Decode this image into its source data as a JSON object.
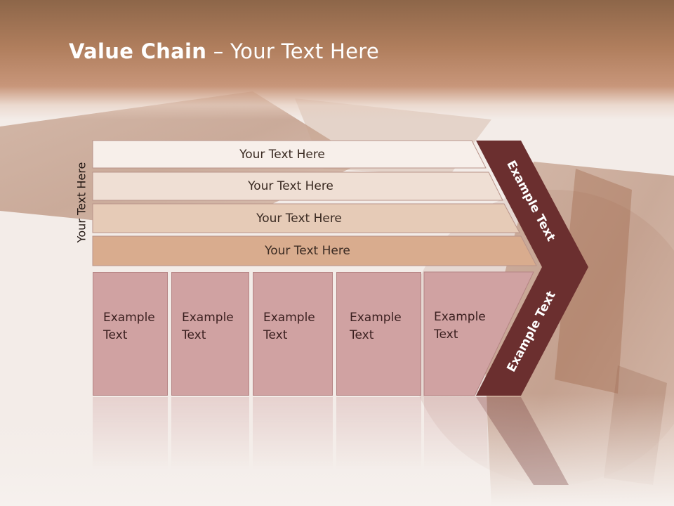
{
  "title": {
    "bold": "Value Chain",
    "rest": " – Your Text Here"
  },
  "side_label": "Your Text Here",
  "rows": [
    {
      "label": "Your Text Here",
      "fill": "#f7efea"
    },
    {
      "label": "Your Text Here",
      "fill": "#efdfd4"
    },
    {
      "label": "Your Text Here",
      "fill": "#e6cbb7"
    },
    {
      "label": "Your Text Here",
      "fill": "#d9ac8e"
    }
  ],
  "columns": [
    {
      "line1": "Example",
      "line2": "Text"
    },
    {
      "line1": "Example",
      "line2": "Text"
    },
    {
      "line1": "Example",
      "line2": "Text"
    },
    {
      "line1": "Example",
      "line2": "Text"
    },
    {
      "line1": "Example",
      "line2": "Text"
    }
  ],
  "chevron": {
    "upper_label": "Example Text",
    "lower_label": "Example Text",
    "color": "#6b2f2f"
  }
}
